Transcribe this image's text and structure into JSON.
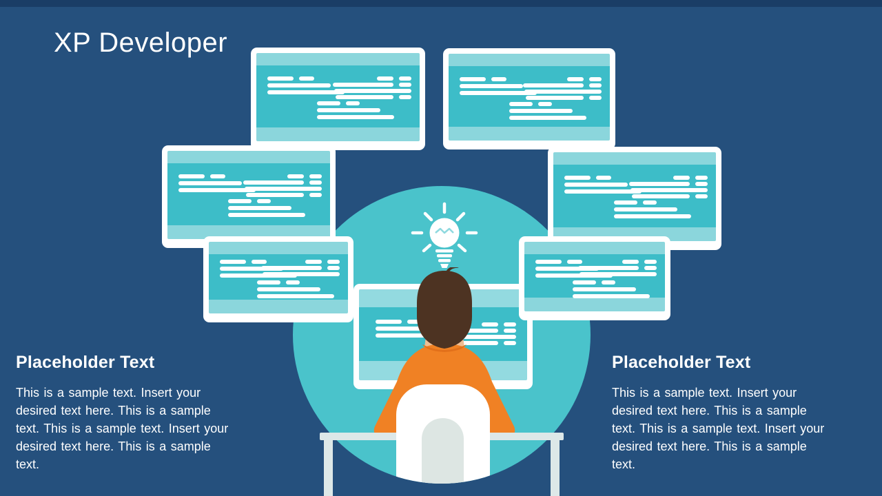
{
  "slide": {
    "title": "XP Developer",
    "monitor_count": 7,
    "colors": {
      "background": "#25507D",
      "top_bar": "#1A3D66",
      "circle_teal": "#4AC3CB",
      "screen_teal": "#3DBDC8",
      "screen_band_light": "#8BD6DC",
      "monitor_frame": "#FFFFFF",
      "orange_shirt": "#F08124",
      "hair_brown": "#4D3322",
      "skin_tan": "#EEBD92",
      "desk_gray": "#DDE8E8",
      "chair_inner_gray": "#DDE6E3",
      "text": "#FFFFFF"
    }
  },
  "text_blocks": {
    "left": {
      "heading": "Placeholder Text",
      "lines": [
        "This is a sample text. Insert your",
        "desired text here. This is a sample",
        "text. This is a sample text. Insert your",
        "desired text here. This is a sample",
        "text."
      ]
    },
    "right": {
      "heading": "Placeholder Text",
      "lines": [
        "This is a sample text. Insert your",
        "desired text here. This is a sample",
        "text. This is a sample text. Insert your",
        "desired text here. This is a sample",
        "text."
      ]
    }
  }
}
